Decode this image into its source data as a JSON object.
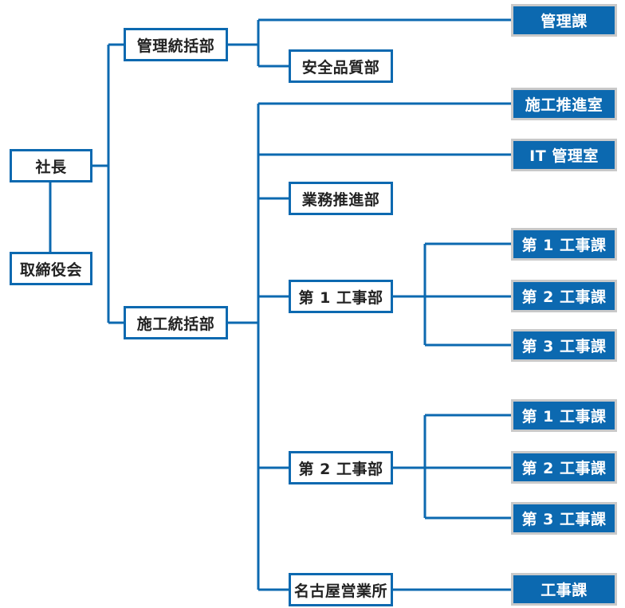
{
  "org": {
    "president": "社長",
    "directors": "取締役会",
    "admin_division": "管理統括部",
    "admin_section": "管理課",
    "safety_dept": "安全品質部",
    "construction_division": "施工統括部",
    "construction_promotion": "施工推進室",
    "it_office": "IT 管理室",
    "business_promotion": "業務推進部",
    "works_dept_1": "第 1 工事部",
    "works_dept_2": "第 2 工事部",
    "nagoya_office": "名古屋営業所",
    "dept1_sections": [
      "第 1 工事課",
      "第 2 工事課",
      "第 3 工事課"
    ],
    "dept2_sections": [
      "第 1 工事課",
      "第 2 工事課",
      "第 3 工事課"
    ],
    "nagoya_section": "工事課"
  },
  "colors": {
    "accent": "#0c69b0",
    "blue_box_border": "#c9c9c9"
  }
}
